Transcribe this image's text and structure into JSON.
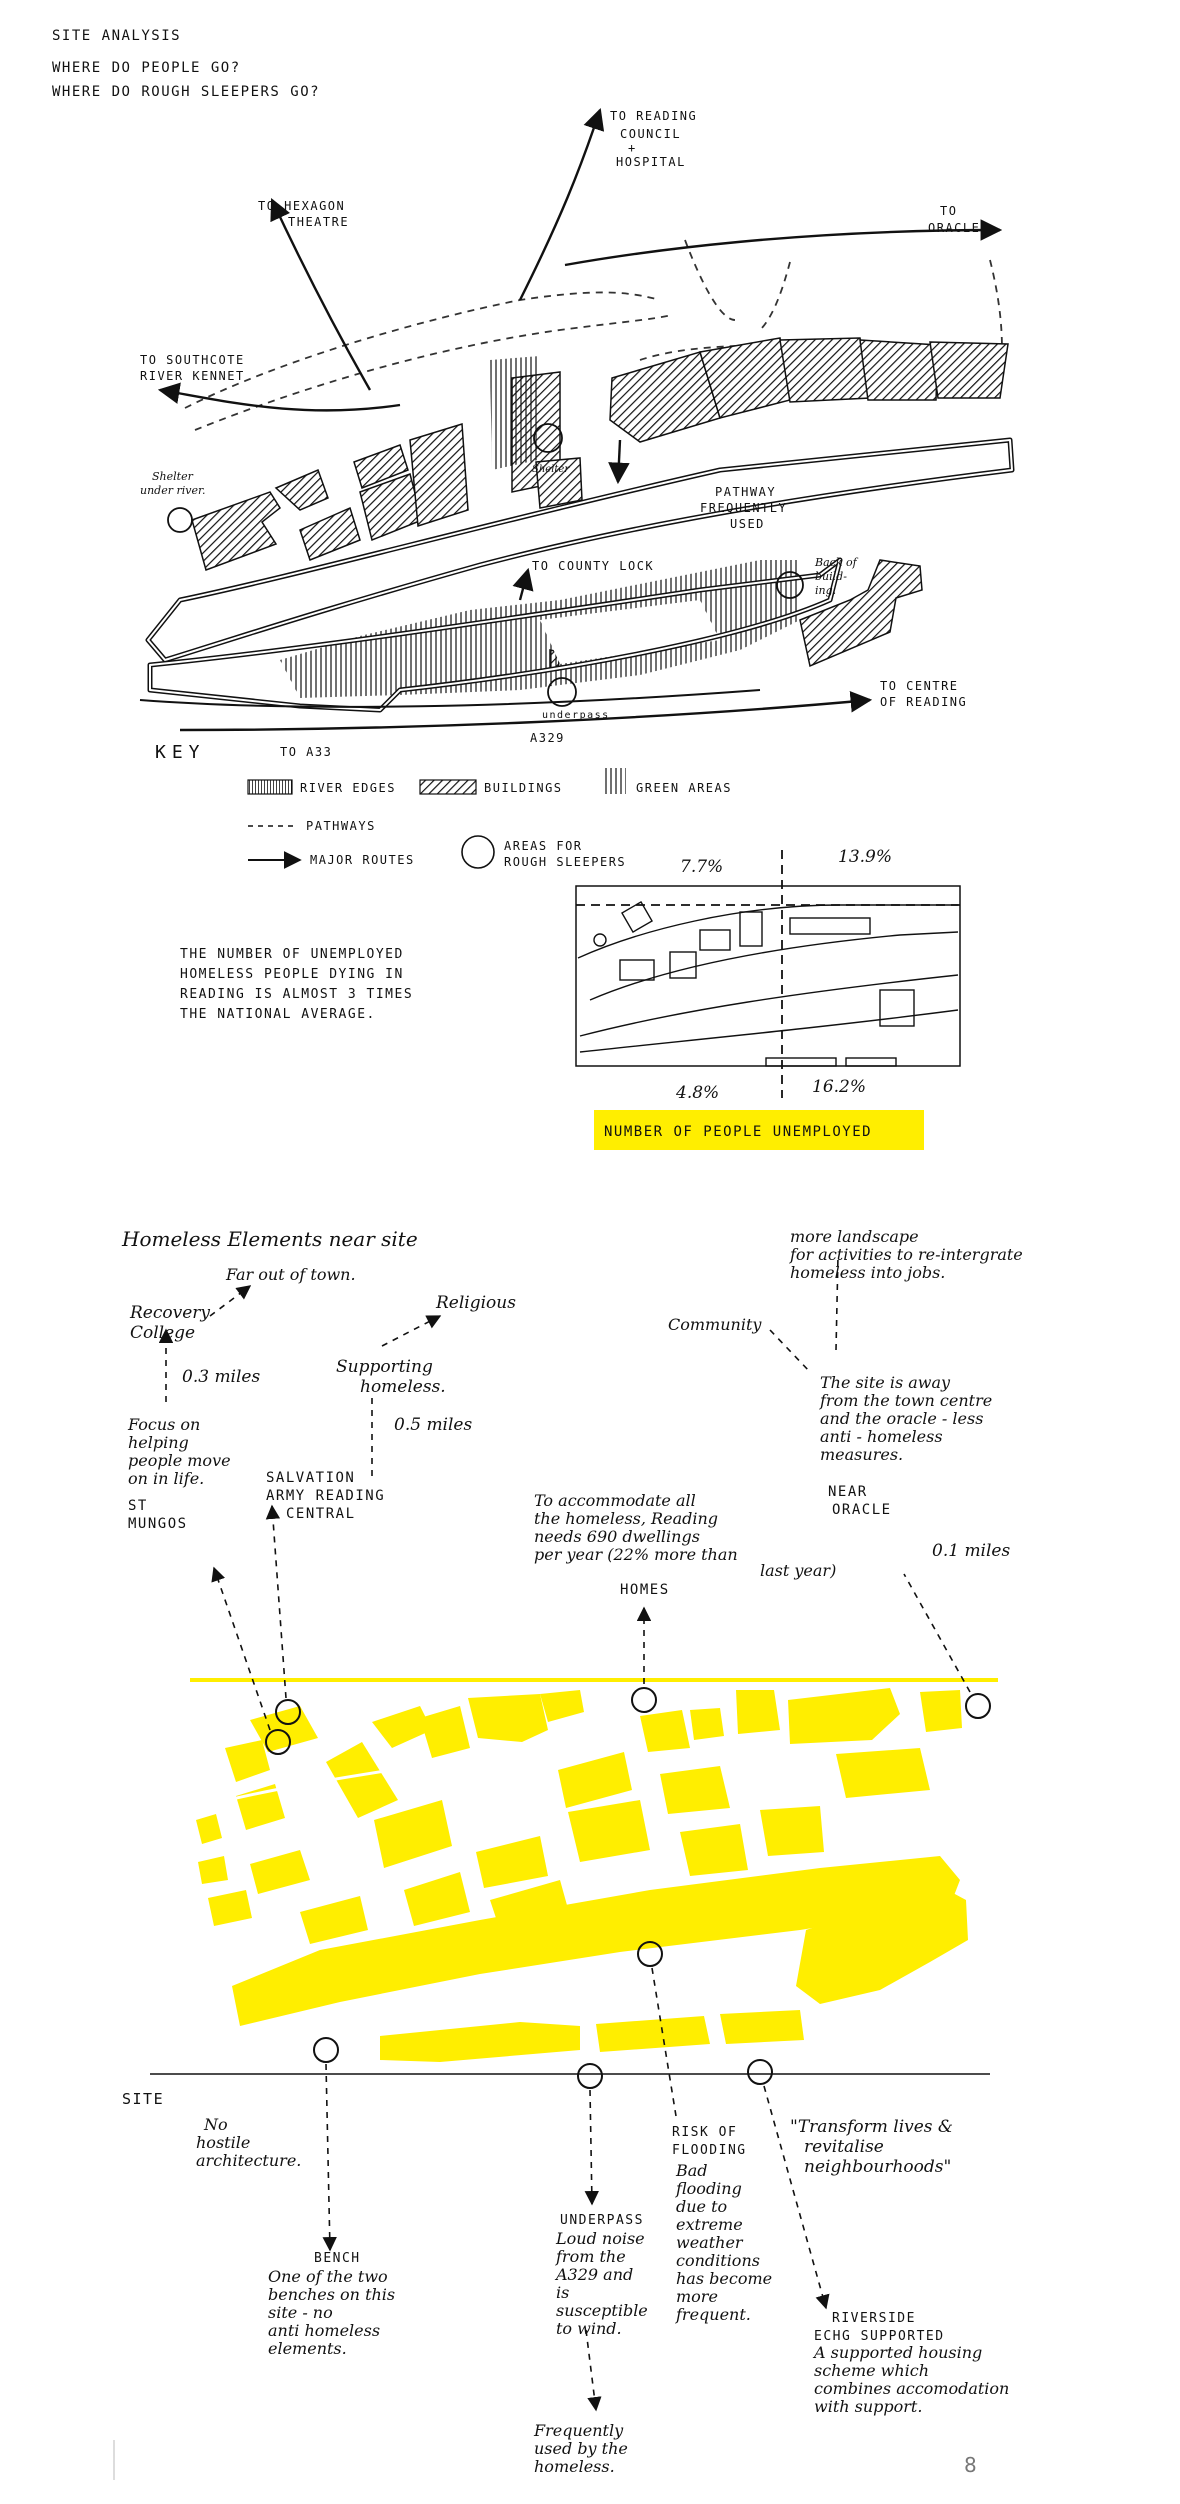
{
  "colors": {
    "ink": "#111111",
    "highlight": "#ffee00",
    "page": "#ffffff",
    "page_number": "#777777"
  },
  "site_analysis": {
    "header": [
      "SITE ANALYSIS",
      "WHERE DO PEOPLE GO?",
      "WHERE DO ROUGH SLEEPERS GO?"
    ],
    "routes": {
      "reading_council": [
        "TO READING",
        "COUNCIL",
        "+",
        "HOSPITAL"
      ],
      "hexagon": [
        "TO HEXAGON",
        "THEATRE"
      ],
      "oracle": [
        "TO",
        "ORACLE"
      ],
      "southcote": [
        "TO SOUTHCOTE",
        "RIVER KENNET"
      ],
      "county_lock": "TO COUNTY LOCK",
      "centre": [
        "TO CENTRE",
        "OF READING"
      ],
      "a33": "TO A33",
      "a329": "A329"
    },
    "spots": {
      "shelter": [
        "Shelter",
        "under river."
      ],
      "shelter_small": "Shelter",
      "back_of_building": [
        "Back of",
        "build-",
        "ing."
      ],
      "underpass": "underpass",
      "pathway": [
        "PATHWAY",
        "FREQUENTLY",
        "USED"
      ]
    },
    "key": {
      "title": "KEY",
      "items": [
        "RIVER EDGES",
        "BUILDINGS",
        "GREEN AREAS",
        "PATHWAYS",
        "MAJOR ROUTES",
        "AREAS FOR",
        "ROUGH SLEEPERS"
      ]
    },
    "unemployment": {
      "note": [
        "THE NUMBER OF UNEMPLOYED",
        "HOMELESS PEOPLE DYING IN",
        "READING IS ALMOST 3 TIMES",
        "THE NATIONAL AVERAGE."
      ],
      "quadrants": [
        "7.7%",
        "13.9%",
        "4.8%",
        "16.2%"
      ],
      "label": "NUMBER OF PEOPLE UNEMPLOYED"
    }
  },
  "homeless": {
    "title": "Homeless Elements near site",
    "site_label": "SITE",
    "recovery": [
      "Far out of town.",
      "Recovery",
      "College",
      "0.3 miles"
    ],
    "st_mungos": [
      "Focus on",
      "helping",
      "people move",
      "on in life.",
      "ST",
      "MUNGOS"
    ],
    "salvation": [
      "Religious",
      "Supporting",
      "homeless.",
      "0.5 miles",
      "SALVATION",
      "ARMY READING",
      "CENTRAL"
    ],
    "homes": [
      "To accommodate all",
      "the homeless, Reading",
      "needs 690 dwellings",
      "per year (22% more than",
      "last year)",
      "HOMES"
    ],
    "oracle": [
      "more landscape",
      "for activities to re-intergrate",
      "homeless into jobs.",
      "Community",
      "The site is away",
      "from the town centre",
      "and the oracle - less",
      "anti - homeless",
      "measures.",
      "NEAR",
      "ORACLE",
      "0.1 miles"
    ],
    "bench": [
      "No",
      "hostile",
      "architecture.",
      "BENCH",
      "One of the two",
      "benches on this",
      "site - no",
      "anti homeless",
      "elements."
    ],
    "underpass": [
      "UNDERPASS",
      "Loud noise",
      "from the",
      "A329 and",
      "is",
      "susceptible",
      "to wind.",
      "Frequently",
      "used by the",
      "homeless."
    ],
    "flooding": [
      "RISK OF",
      "FLOODING",
      "Bad",
      "flooding",
      "due to",
      "extreme",
      "weather",
      "conditions",
      "has become",
      "more",
      "frequent."
    ],
    "riverside": [
      "\"Transform lives &",
      "revitalise",
      "neighbourhoods\"",
      "RIVERSIDE",
      "ECHG SUPPORTED",
      "A supported housing",
      "scheme which",
      "combines accomodation",
      "with support."
    ]
  },
  "page_number": "8"
}
